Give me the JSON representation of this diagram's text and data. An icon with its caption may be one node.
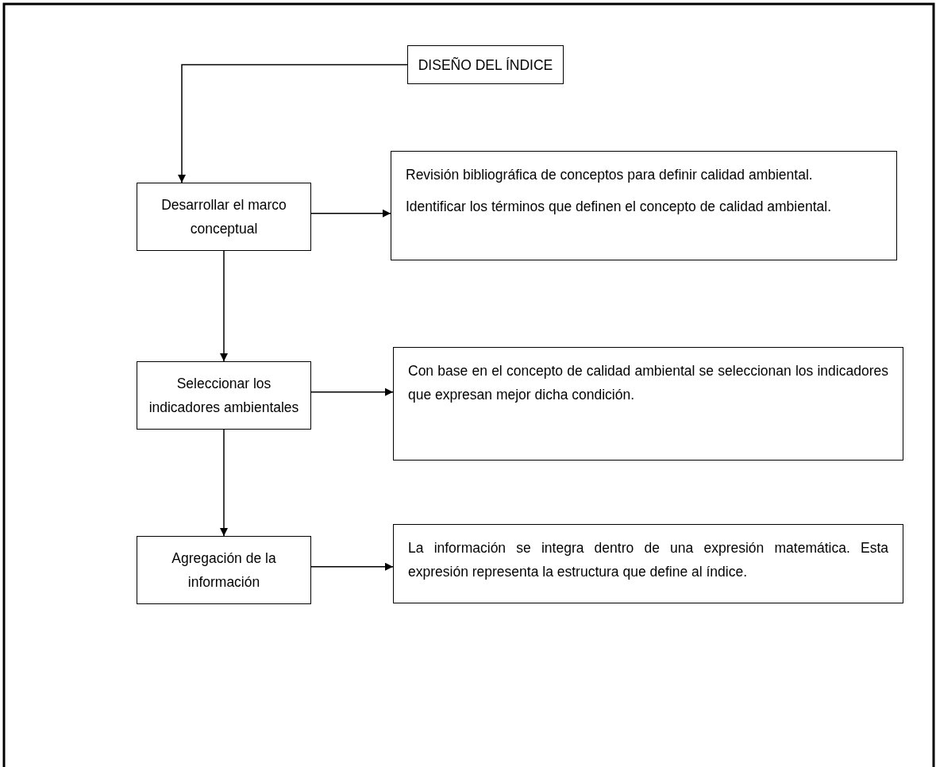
{
  "diagram": {
    "nodes": [
      {
        "text": [
          "DISEÑO DEL ÍNDICE"
        ]
      },
      {
        "text": [
          "Desarrollar el marco conceptual"
        ]
      },
      {
        "text": [
          "Revisión bibliográfica de conceptos para definir calidad ambiental.",
          "Identificar los términos que definen el concepto de calidad ambiental."
        ]
      },
      {
        "text": [
          "Seleccionar los indicadores ambientales"
        ]
      },
      {
        "text": [
          "Con base en el concepto de calidad ambiental se seleccionan los indicadores que expresan mejor dicha condición."
        ]
      },
      {
        "text": [
          "Agregación de la información"
        ]
      },
      {
        "text": [
          "La información se integra dentro de una expresión matemática. Esta expresión representa la estructura que define al índice."
        ]
      }
    ],
    "edges": [
      {
        "from": 0,
        "to": 1,
        "arrow": "to"
      },
      {
        "from": 1,
        "to": 2,
        "arrow": "to"
      },
      {
        "from": 1,
        "to": 3,
        "arrow": "to"
      },
      {
        "from": 3,
        "to": 4,
        "arrow": "to"
      },
      {
        "from": 3,
        "to": 5,
        "arrow": "to"
      },
      {
        "from": 5,
        "to": 6,
        "arrow": "to"
      }
    ]
  }
}
